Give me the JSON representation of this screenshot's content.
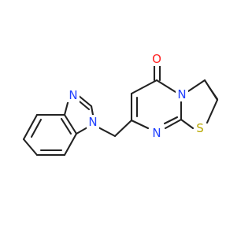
{
  "molecule": {
    "atoms": [
      {
        "id": "N_imidazole",
        "label": "N",
        "color": "#2040ff"
      },
      {
        "id": "N_bzim1",
        "label": "N",
        "color": "#2040ff"
      },
      {
        "id": "O_carbonyl",
        "label": "O",
        "color": "#ff2020"
      },
      {
        "id": "N_bridge",
        "label": "N",
        "color": "#2040ff"
      },
      {
        "id": "N_pyrimidine",
        "label": "N",
        "color": "#2040ff"
      },
      {
        "id": "S_thiazole",
        "label": "S",
        "color": "#b8a800"
      }
    ]
  }
}
